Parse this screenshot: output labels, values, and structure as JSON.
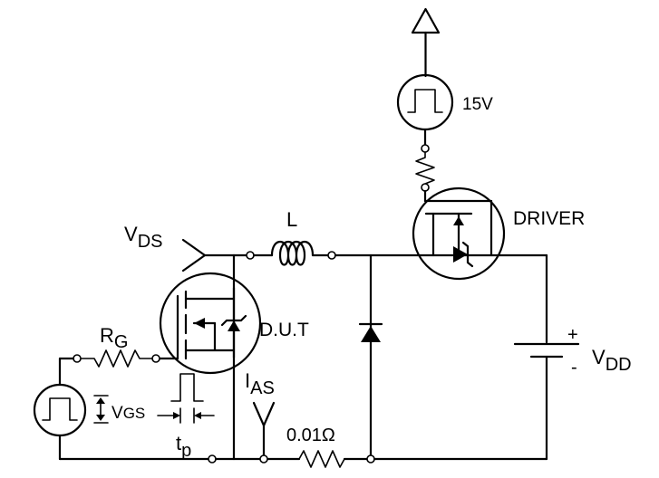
{
  "labels": {
    "vds_main": "V",
    "vds_sub": "DS",
    "inductor": "L",
    "source_voltage": "15V",
    "driver": "DRIVER",
    "dut": "D.U.T",
    "rg_main": "R",
    "rg_sub": "G",
    "vdd_main": "V",
    "vdd_sub": "DD",
    "plus": "+",
    "minus": "-",
    "ias_main": "I",
    "ias_sub": "AS",
    "shunt": "0.01Ω",
    "vgs_main": "V",
    "vgs_sub": "GS",
    "tp_main": "t",
    "tp_sub": "p"
  }
}
